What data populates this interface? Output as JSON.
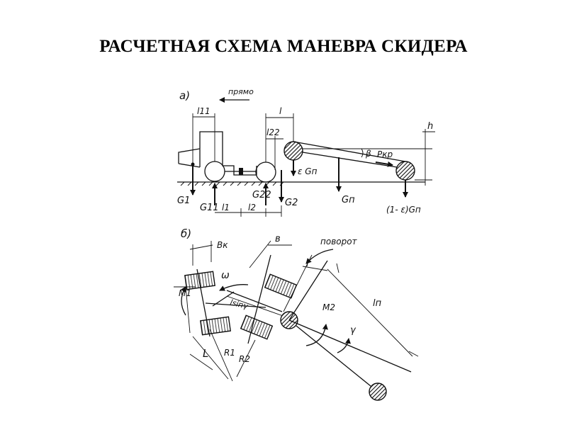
{
  "title": "РАСЧЕТНАЯ СХЕМА МАНЕВРА СКИДЕРА",
  "part_a": {
    "label": "а)",
    "direction": "прямо",
    "labels": {
      "l11": "l11",
      "l": "l",
      "l22": "l22",
      "h": "h",
      "beta": "β",
      "pkr": "Pкр",
      "eps_gn": "ε Gп",
      "gn": "Gп",
      "g1": "G1",
      "g11": "G11",
      "l1": "l1",
      "l2": "l2",
      "g22": "G22",
      "g2": "G2",
      "one_minus_eps_gn": "(1- ε)Gп"
    }
  },
  "part_b": {
    "label": "б)",
    "turn": "поворот",
    "labels": {
      "bk": "Вк",
      "b": "в",
      "omega": "ω",
      "l": "l",
      "ln": "lп",
      "m1": "M1",
      "lsin": "lsinγ",
      "m2": "M2",
      "gamma": "γ",
      "L": "L",
      "r1": "R1",
      "r2": "R2"
    }
  }
}
